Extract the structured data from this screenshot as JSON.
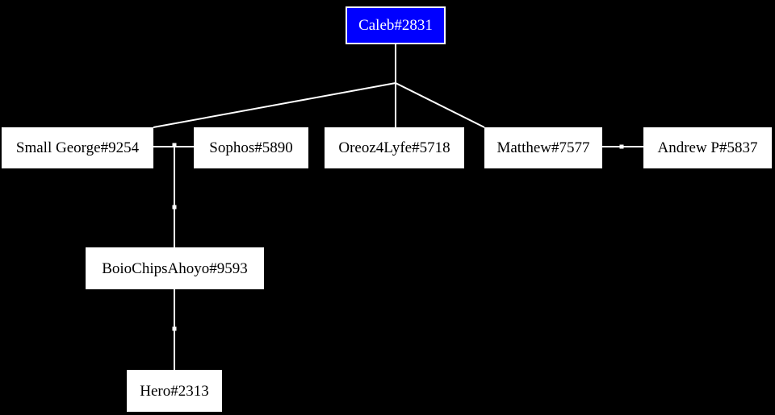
{
  "diagram": {
    "background_color": "#000000",
    "edge_color": "#ffffff",
    "root_fill_color": "#0000ff",
    "node_fill_color": "#ffffff",
    "nodes": [
      {
        "id": "caleb",
        "label": "Caleb#2831",
        "fill": "#0000ff",
        "text_color": "#ffffff"
      },
      {
        "id": "small-george",
        "label": "Small George#9254",
        "fill": "#ffffff",
        "text_color": "#000000"
      },
      {
        "id": "sophos",
        "label": "Sophos#5890",
        "fill": "#ffffff",
        "text_color": "#000000"
      },
      {
        "id": "oreoz4lyfe",
        "label": "Oreoz4Lyfe#5718",
        "fill": "#ffffff",
        "text_color": "#000000"
      },
      {
        "id": "matthew",
        "label": "Matthew#7577",
        "fill": "#ffffff",
        "text_color": "#000000"
      },
      {
        "id": "andrew-p",
        "label": "Andrew P#5837",
        "fill": "#ffffff",
        "text_color": "#000000"
      },
      {
        "id": "boiochipsahoyo",
        "label": "BoioChipsAhoyo#9593",
        "fill": "#ffffff",
        "text_color": "#000000"
      },
      {
        "id": "hero",
        "label": "Hero#2313",
        "fill": "#ffffff",
        "text_color": "#000000"
      }
    ],
    "edges": [
      {
        "from": "Caleb#2831",
        "to": "Small George#9254"
      },
      {
        "from": "Caleb#2831",
        "to": "Oreoz4Lyfe#5718"
      },
      {
        "from": "Caleb#2831",
        "to": "Matthew#7577"
      },
      {
        "from": "Small George#9254",
        "to": "Sophos#5890",
        "style": "pair-link-with-dot"
      },
      {
        "from": "Small George#9254 & Sophos#5890",
        "to": "BoioChipsAhoyo#9593",
        "style": "descent-with-dot"
      },
      {
        "from": "Matthew#7577",
        "to": "Andrew P#5837",
        "style": "pair-link-with-dot"
      },
      {
        "from": "BoioChipsAhoyo#9593",
        "to": "Hero#2313",
        "style": "descent-with-dot"
      }
    ]
  }
}
